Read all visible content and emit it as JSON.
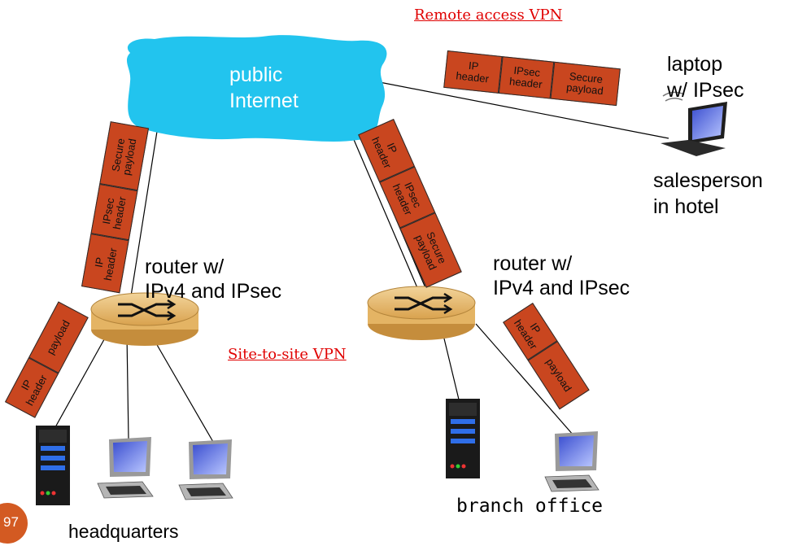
{
  "diagram": {
    "remote_vpn_title": "Remote access VPN",
    "site_vpn_title": "Site-to-site VPN",
    "cloud_label_line1": "public",
    "cloud_label_line2": "Internet",
    "laptop_label_line1": "laptop",
    "laptop_label_line2": "w/ IPsec",
    "salesperson_line1": "salesperson",
    "salesperson_line2": "in hotel",
    "router_hq_line1": "router w/",
    "router_hq_line2": "IPv4 and IPsec",
    "router_branch_line1": "router w/",
    "router_branch_line2": "IPv4 and IPsec",
    "headquarters_label": "headquarters",
    "branch_label": "branch office",
    "page_number": "97",
    "packet_fields": {
      "ip_header": [
        "IP",
        "header"
      ],
      "ipsec_header": [
        "IPsec",
        "header"
      ],
      "secure_payload": [
        "Secure",
        "payload"
      ],
      "payload": [
        "payload"
      ]
    }
  },
  "colors": {
    "cloud": "#22c4ee",
    "packet": "#c9461f",
    "link_text": "#e00000",
    "router": "#e8b867",
    "badge": "#d35a22"
  }
}
